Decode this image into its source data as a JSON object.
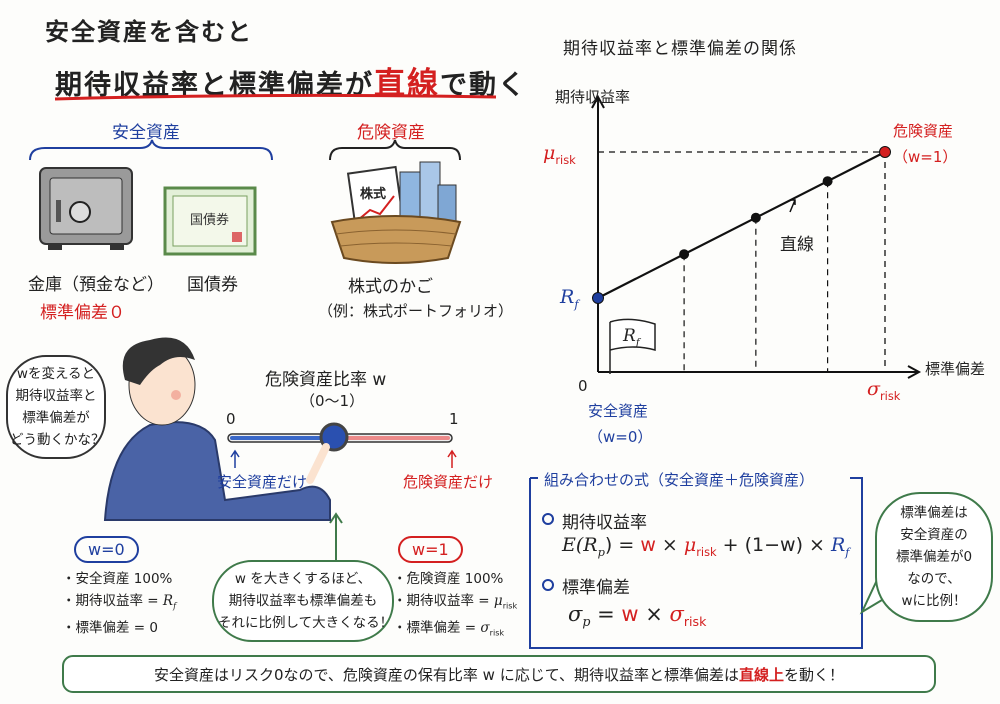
{
  "title": {
    "line1": "安全資産を含むと",
    "line2_pre": "期待収益率と標準偏差が",
    "line2_highlight": "直線",
    "line2_post": "で動く"
  },
  "assets": {
    "safe_group": "安全資産",
    "safe_items": [
      {
        "label": "金庫（預金など）",
        "icon": "safe-icon"
      },
      {
        "label": "国債券",
        "icon": "bond-certificate-icon",
        "certificate_text": "国債券"
      }
    ],
    "safe_note": "標準偏差０",
    "risky_group": "危険資産",
    "risky_item": {
      "label": "株式のかご",
      "sub": "（例：株式ポートフォリオ）",
      "icon": "stock-basket-icon",
      "paper_text": "株式"
    }
  },
  "slider": {
    "title": "危険資産比率 w",
    "range": "（0〜1）",
    "min_label": "0",
    "max_label": "1",
    "value": 0.5,
    "left_caption": "安全資産だけ",
    "right_caption": "危険資産だけ"
  },
  "thought_bubble": [
    "wを変えると",
    "期待収益率と",
    "標準偏差が",
    "どう動くかな？"
  ],
  "w0": {
    "badge": "w=0",
    "items": [
      "安全資産 100%",
      "期待収益率 = ",
      "標準偏差 = 0"
    ],
    "item2_symbol": "R",
    "item2_sub": "f"
  },
  "w1": {
    "badge": "w=1",
    "items": [
      "危険資産 100%",
      "期待収益率 = ",
      "標準偏差 = "
    ],
    "mu": "μ",
    "sigma": "σ",
    "sub": "risk"
  },
  "center_bubble": [
    "w を大きくするほど、",
    "期待収益率も標準偏差も",
    "それに比例して大きくなる！"
  ],
  "chart": {
    "title": "期待収益率と標準偏差の関係",
    "ylabel": "期待収益率",
    "xlabel": "標準偏差",
    "origin": "0",
    "mu_label": "μ",
    "rf_label": "R",
    "rf_sub": "f",
    "sigma_label": "σ",
    "risk_sub": "risk",
    "risky_label": "危険資産",
    "risky_w": "（w=1）",
    "safe_label": "安全資産",
    "safe_w": "（w=0）",
    "line_label": "直線",
    "flag_label": "R",
    "flag_sub": "f",
    "points_w": [
      0,
      0.3,
      0.55,
      0.8,
      1
    ],
    "colors": {
      "safe": "#1f3f9f",
      "risky": "#d42020"
    }
  },
  "formula": {
    "title": "組み合わせの式（安全資産＋危険資産）",
    "h1": "期待収益率",
    "h2": "標準偏差",
    "e_lhs": "E(R",
    "e_lhs_sub": "p",
    "e_lhs_end": ") = ",
    "w": "w",
    "times": " × ",
    "mu": "μ",
    "risk": "risk",
    "plus": " + (1−w) × ",
    "rf": "R",
    "rf_sub": "f",
    "sigma": "σ",
    "p": "p",
    "eq": " = "
  },
  "side_bubble": [
    "標準偏差は",
    "安全資産の",
    "標準偏差が0",
    "なので、",
    "wに比例！"
  ],
  "summary": {
    "pre": "安全資産はリスク0なので、危険資産の保有比率 w に応じて、期待収益率と標準偏差は",
    "highlight": "直線上",
    "post": "を動く！"
  }
}
